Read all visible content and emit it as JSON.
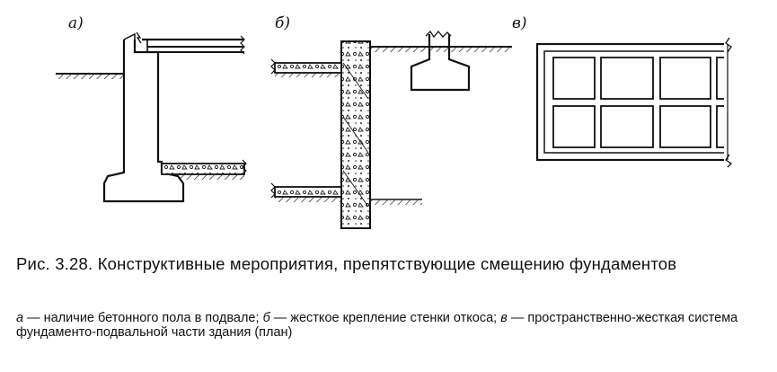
{
  "figure": {
    "panels": [
      {
        "id": "a",
        "label": "а)"
      },
      {
        "id": "b",
        "label": "б)"
      },
      {
        "id": "c",
        "label": "в)"
      }
    ]
  },
  "caption": {
    "title": "Рис. 3.28. Конструктивные мероприятия, препятствующие смещению фундаментов",
    "legend": [
      {
        "letter": "а",
        "text": " — наличие бетонного пола в подвале; "
      },
      {
        "letter": "б",
        "text": " — жесткое крепление стенки откоса; "
      },
      {
        "letter": "в",
        "text": " — пространственно-жесткая система фундаменто-подвальной части здания (план)"
      }
    ]
  }
}
